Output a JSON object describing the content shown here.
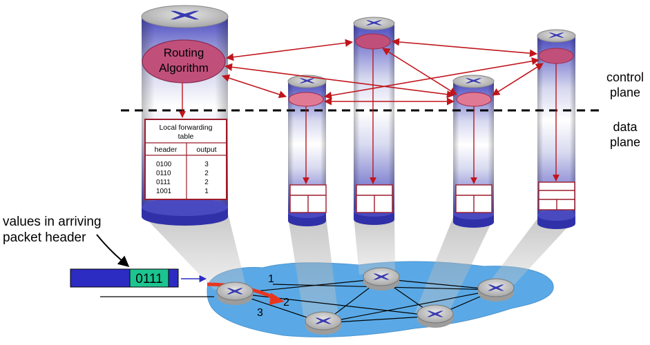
{
  "routing_box": {
    "line1": "Routing",
    "line2": "Algorithm"
  },
  "forwarding_table": {
    "title_line1": "Local forwarding",
    "title_line2": "table",
    "columns": [
      "header",
      "output"
    ],
    "rows": [
      {
        "header": "0100",
        "output": "3"
      },
      {
        "header": "0110",
        "output": "2"
      },
      {
        "header": "0111",
        "output": "2"
      },
      {
        "header": "1001",
        "output": "1"
      }
    ]
  },
  "plane_labels": {
    "control": {
      "line1": "control",
      "line2": "plane"
    },
    "data": {
      "line1": "data",
      "line2": "plane"
    }
  },
  "packet": {
    "caption_line1": "values in arriving",
    "caption_line2": "packet header",
    "header_value": "0111"
  },
  "port_labels": [
    "1",
    "2",
    "3"
  ],
  "colors": {
    "arrow": "#c0151c",
    "router_top": "#c8c8c8",
    "cylinder_blue": "#4a4ac0",
    "network_cloud": "#5aa9e6",
    "packet_body": "#2c2cc2",
    "packet_header": "#1cc48f",
    "routing_ellipse": "#c0507a"
  }
}
